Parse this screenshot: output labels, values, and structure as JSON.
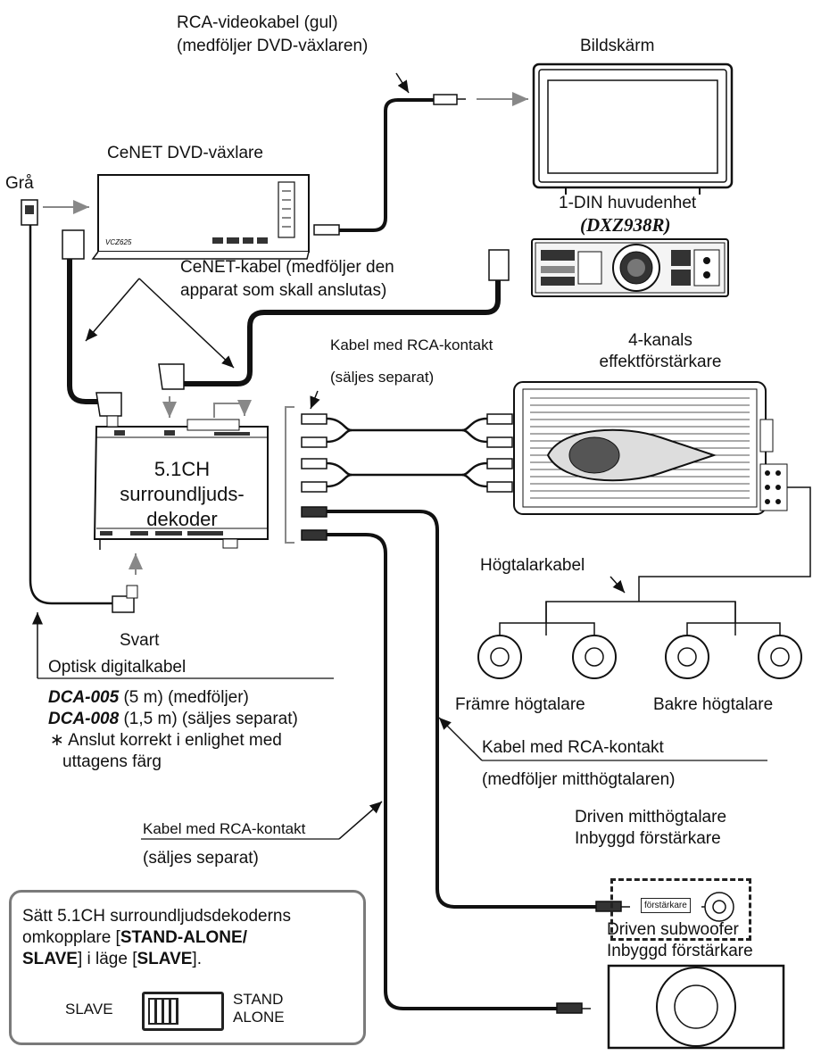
{
  "labels": {
    "rca_video_1": "RCA-videokabel (gul)",
    "rca_video_2": "(medföljer DVD-växlaren)",
    "monitor": "Bildskärm",
    "changer": "CeNET DVD-växlare",
    "gray": "Grå",
    "head_unit_1": "1-DIN huvudenhet",
    "head_unit_model": "(DXZ938R)",
    "cenet_cable_1": "CeNET-kabel (medföljer den",
    "cenet_cable_2": "apparat som skall anslutas)",
    "rca_cable_1": "Kabel med RCA-kontakt",
    "rca_cable_2": "(säljes separat)",
    "amp_1": "4-kanals",
    "amp_2": "effektförstärkare",
    "decoder_1": "5.1CH",
    "decoder_2": "surroundljuds-",
    "decoder_3": "dekoder",
    "speaker_cable": "Högtalarkabel",
    "black": "Svart",
    "front_speaker": "Främre högtalare",
    "rear_speaker": "Bakre högtalare",
    "optical": "Optisk digitalkabel",
    "dca005_code": "DCA-005",
    "dca005_rest": " (5 m) (medföljer)",
    "dca008_code": "DCA-008",
    "dca008_rest": " (1,5 m)  (säljes separat)",
    "note_1": "∗ Anslut korrekt i enlighet med",
    "note_2": "uttagens färg",
    "rca_center_1": "Kabel med RCA-kontakt",
    "rca_center_2": "(medföljer mitthögtalaren)",
    "center_1": "Driven mitthögtalare",
    "center_2": "Inbyggd förstärkare",
    "rca_sub_1": "Kabel med RCA-kontakt",
    "rca_sub_2": "(säljes separat)",
    "amp_tag": "förstärkare",
    "sub_1": "Driven subwoofer",
    "sub_2": "Inbyggd förstärkare"
  },
  "device_text": {
    "changer_model": "VCZ625"
  },
  "switch_box": {
    "line1": "Sätt 5.1CH surroundljudsdekoderns",
    "line2_a": "omkopplare  [",
    "line2_b": "STAND-ALONE/",
    "line3_a": "SLAVE",
    "line3_b": "] i läge [",
    "line3_c": "SLAVE",
    "line3_d": "].",
    "slave": "SLAVE",
    "stand": "STAND",
    "alone": "ALONE"
  }
}
